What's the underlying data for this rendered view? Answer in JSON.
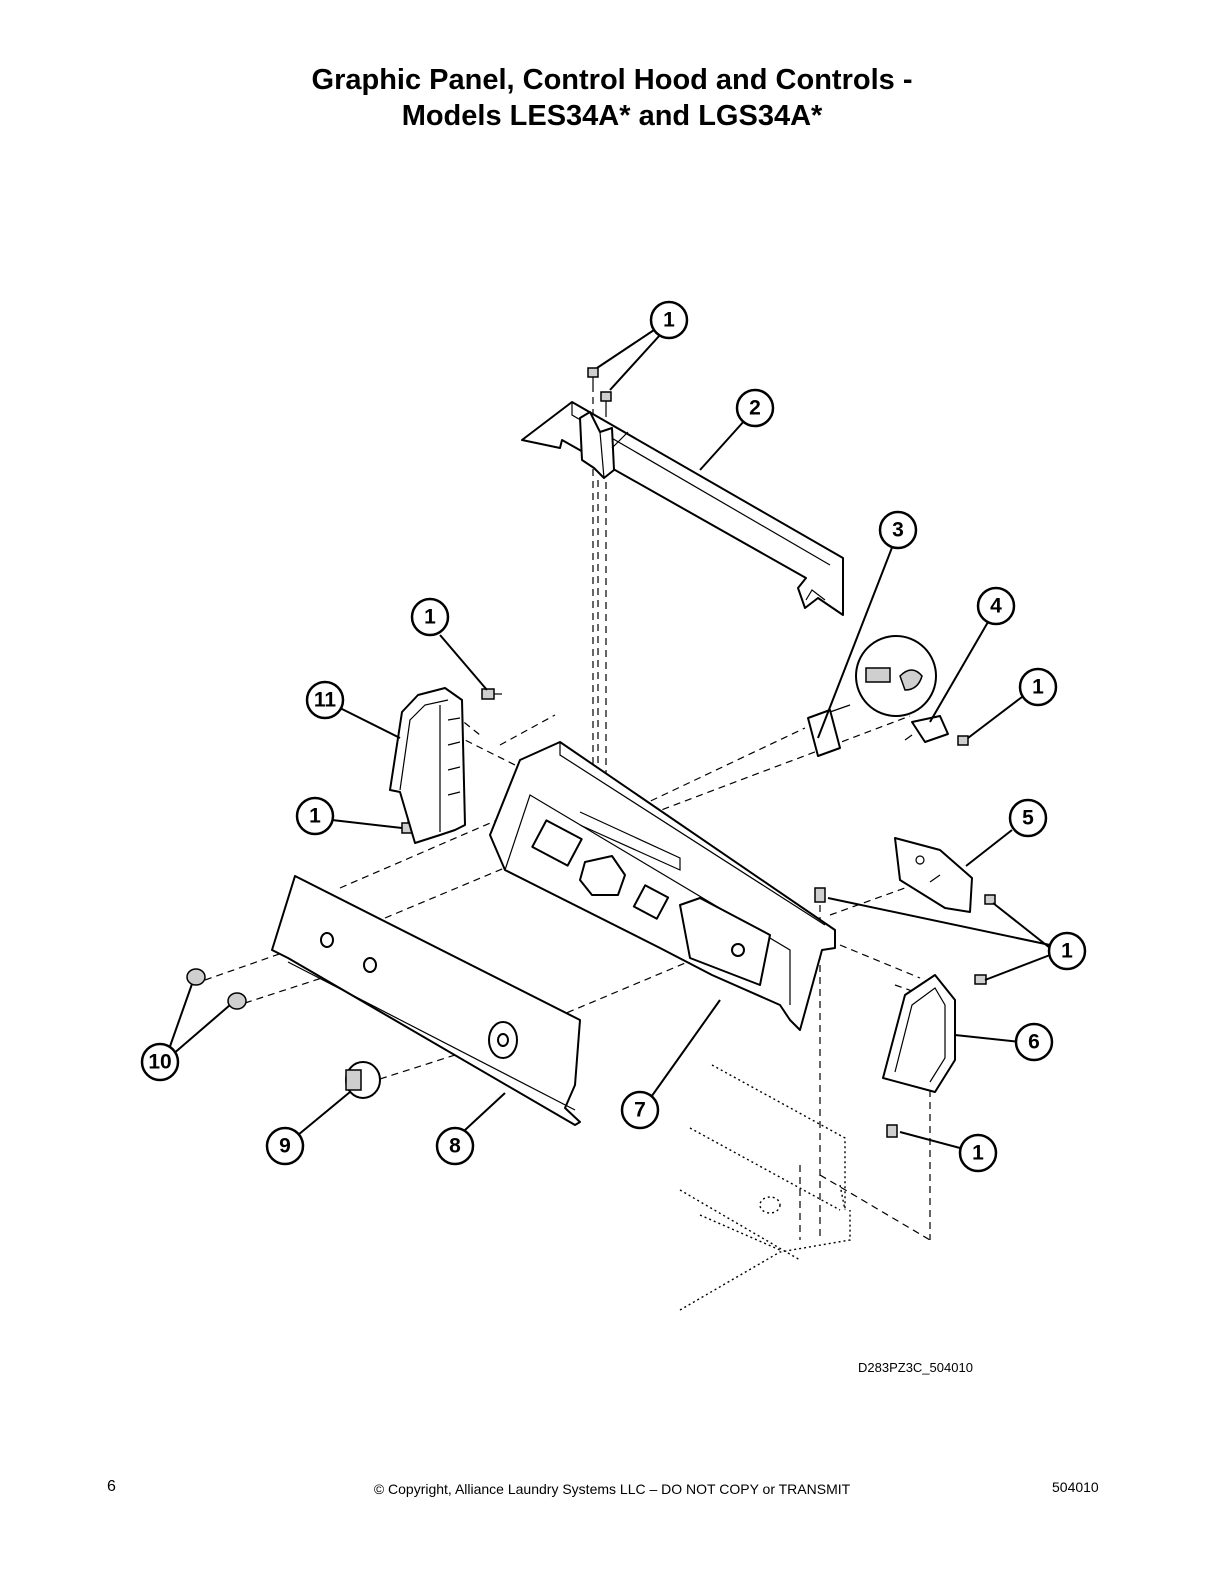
{
  "title": {
    "line1": "Graphic Panel, Control Hood and Controls -",
    "line2": "Models LES34A* and LGS34A*"
  },
  "callouts": [
    {
      "id": "c1a",
      "label": "1"
    },
    {
      "id": "c2",
      "label": "2"
    },
    {
      "id": "c3",
      "label": "3"
    },
    {
      "id": "c4",
      "label": "4"
    },
    {
      "id": "c1b",
      "label": "1"
    },
    {
      "id": "c1c",
      "label": "1"
    },
    {
      "id": "c11",
      "label": "11"
    },
    {
      "id": "c1d",
      "label": "1"
    },
    {
      "id": "c5",
      "label": "5"
    },
    {
      "id": "c1e",
      "label": "1"
    },
    {
      "id": "c6",
      "label": "6"
    },
    {
      "id": "c10",
      "label": "10"
    },
    {
      "id": "c7",
      "label": "7"
    },
    {
      "id": "c9",
      "label": "9"
    },
    {
      "id": "c8",
      "label": "8"
    },
    {
      "id": "c1f",
      "label": "1"
    }
  ],
  "drawing_code": "D283PZ3C_504010",
  "footer": {
    "page_number": "6",
    "copyright": "© Copyright, Alliance Laundry Systems LLC – DO NOT COPY or TRANSMIT",
    "doc_number": "504010"
  }
}
